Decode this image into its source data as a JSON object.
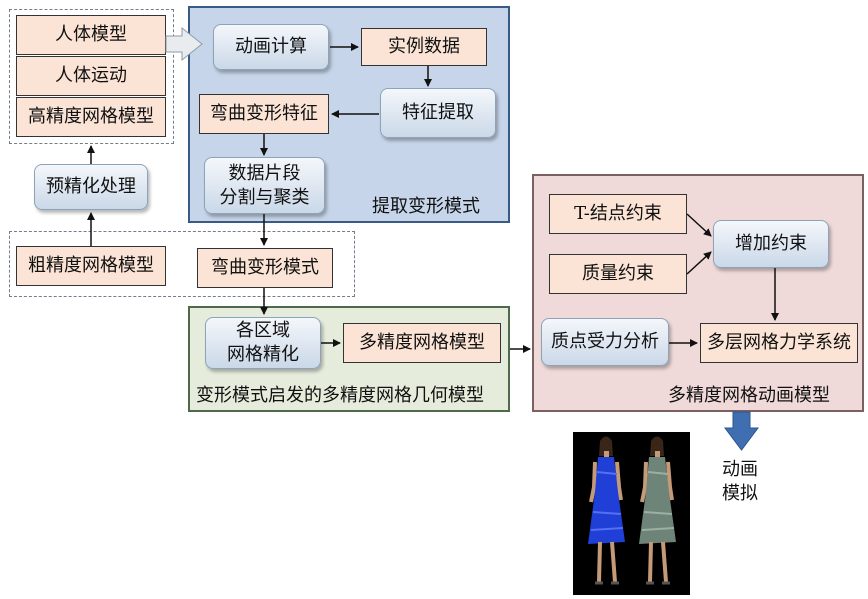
{
  "nodes": {
    "human_model": "人体模型",
    "human_motion": "人体运动",
    "high_res_mesh": "高精度网格模型",
    "pre_simplify": "预精化处理",
    "coarse_mesh": "粗精度网格模型",
    "anim_compute": "动画计算",
    "instance_data": "实例数据",
    "feature_extract": "特征提取",
    "bend_feature": "弯曲变形特征",
    "segment_cluster": "数据片段\n分割与聚类",
    "bend_pattern": "弯曲变形模式",
    "region_refine": "各区域\n网格精化",
    "multires_mesh": "多精度网格模型",
    "t_node_constraint": "T-结点约束",
    "mass_constraint": "质量约束",
    "add_constraint": "增加约束",
    "mass_point_force": "质点受力分析",
    "multilayer_mech": "多层网格力学系统"
  },
  "regions": {
    "extract_label": "提取变形模式",
    "geometry_label": "变形模式启发的多精度网格几何模型",
    "animation_label": "多精度网格动画模型"
  },
  "output_label": "动画\n模拟",
  "colors": {
    "blue_region": "#c6d5ea",
    "green_region": "#e6ecdc",
    "pink_region": "#efd9d9",
    "flat_box": "#fbe4d5",
    "output_arrow": "#3f6fb0"
  }
}
